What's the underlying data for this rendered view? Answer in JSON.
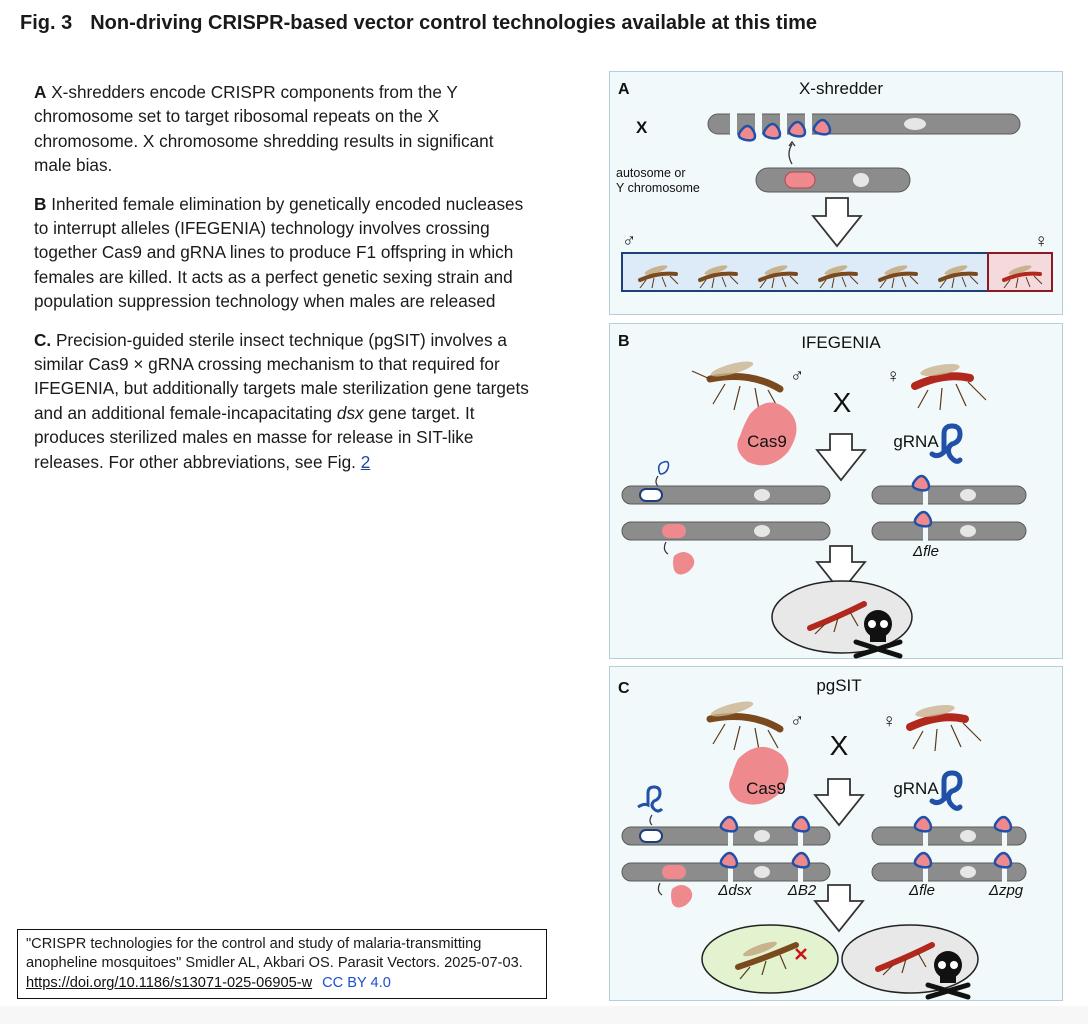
{
  "figure": {
    "number": "Fig. 3",
    "title": "Non-driving CRISPR-based vector control technologies available at this time"
  },
  "caption": {
    "a_letter": "A",
    "a_text": " X-shredders encode CRISPR components from the Y chromosome set to target ribosomal repeats on the X chromosome. X chromosome shredding results in significant male bias.",
    "b_letter": "B",
    "b_text": " Inherited female elimination by genetically encoded nucleases to interrupt alleles (IFEGENIA) technology involves crossing together Cas9 and gRNA lines to produce F1 offspring in which females are killed. It acts as a perfect genetic sexing strain and population suppression technology when males are released",
    "c_letter": "C.",
    "c_text_1": " Precision-guided sterile insect technique (pgSIT) involves a similar Cas9 × gRNA crossing mechanism to that required for IFEGENIA, but additionally targets male sterilization gene targets and an additional female-incapacitating ",
    "c_italic": "dsx",
    "c_text_2": " gene target. It produces sterilized males en masse for release in SIT-like releases. For other abbreviations, see Fig. ",
    "c_link": "2"
  },
  "citation": {
    "text": "\"CRISPR technologies for the control and study of malaria-transmitting anopheline mosquitoes\" Smidler AL, Akbari OS. Parasit Vectors. 2025-07-03. ",
    "doi": "https://doi.org/10.1186/s13071-025-06905-w",
    "license": "CC BY 4.0"
  },
  "panels": {
    "a": {
      "letter": "A",
      "title": "X-shredder",
      "x_label": "X",
      "autosome_line1": "autosome or",
      "autosome_line2": "Y chromosome",
      "male_symbol": "♂",
      "female_symbol": "♀"
    },
    "b": {
      "letter": "B",
      "title": "IFEGENIA",
      "male_symbol": "♂",
      "female_symbol": "♀",
      "cross": "X",
      "cas9": "Cas9",
      "grna": "gRNA",
      "delta_fle": "Δfle"
    },
    "c": {
      "letter": "C",
      "title": "pgSIT",
      "male_symbol": "♂",
      "female_symbol": "♀",
      "cross": "X",
      "cas9": "Cas9",
      "grna": "gRNA",
      "delta_dsx": "Δdsx",
      "delta_b2": "ΔB2",
      "delta_fle": "Δfle",
      "delta_zpg": "Δzpg"
    }
  },
  "colors": {
    "panel_bg": "#f2f9fb",
    "panel_border": "#b3cfdc",
    "male_box": "#1f3f7a",
    "female_box": "#8a1a24",
    "cas9_pink": "#ee8a8e",
    "grna_blue": "#2150a8",
    "chromosome_gray": "#8c8c8c"
  }
}
